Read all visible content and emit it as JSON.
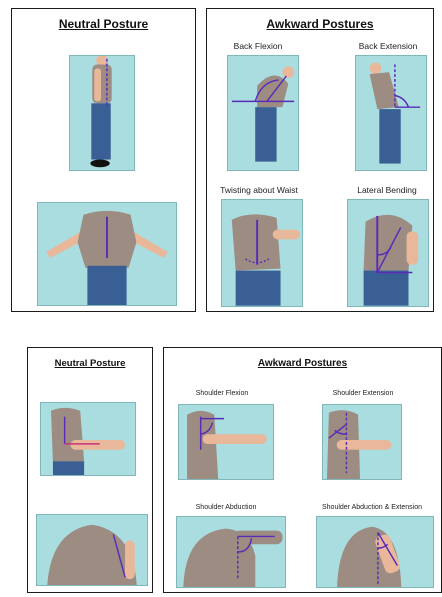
{
  "top": {
    "neutral_title": "Neutral Posture",
    "awkward_title": "Awkward Postures",
    "labels": {
      "back_flexion": "Back Flexion",
      "back_extension": "Back Extension",
      "twisting": "Twisting about Waist",
      "lateral": "Lateral Bending"
    }
  },
  "bottom": {
    "neutral_title": "Neutral Posture",
    "awkward_title": "Awkward Postures",
    "labels": {
      "shoulder_flexion": "Shoulder Flexion",
      "shoulder_extension": "Shoulder Extension",
      "shoulder_abduction": "Shoulder Abduction",
      "shoulder_abduction_extension": "Shoulder Abduction & Extension"
    }
  },
  "colors": {
    "picture_bg": "#a9dde0",
    "skin": "#e9b89a",
    "shirt": "#9c8c82",
    "jeans": "#3a5f95",
    "guide_line": "#5b2bb8"
  }
}
